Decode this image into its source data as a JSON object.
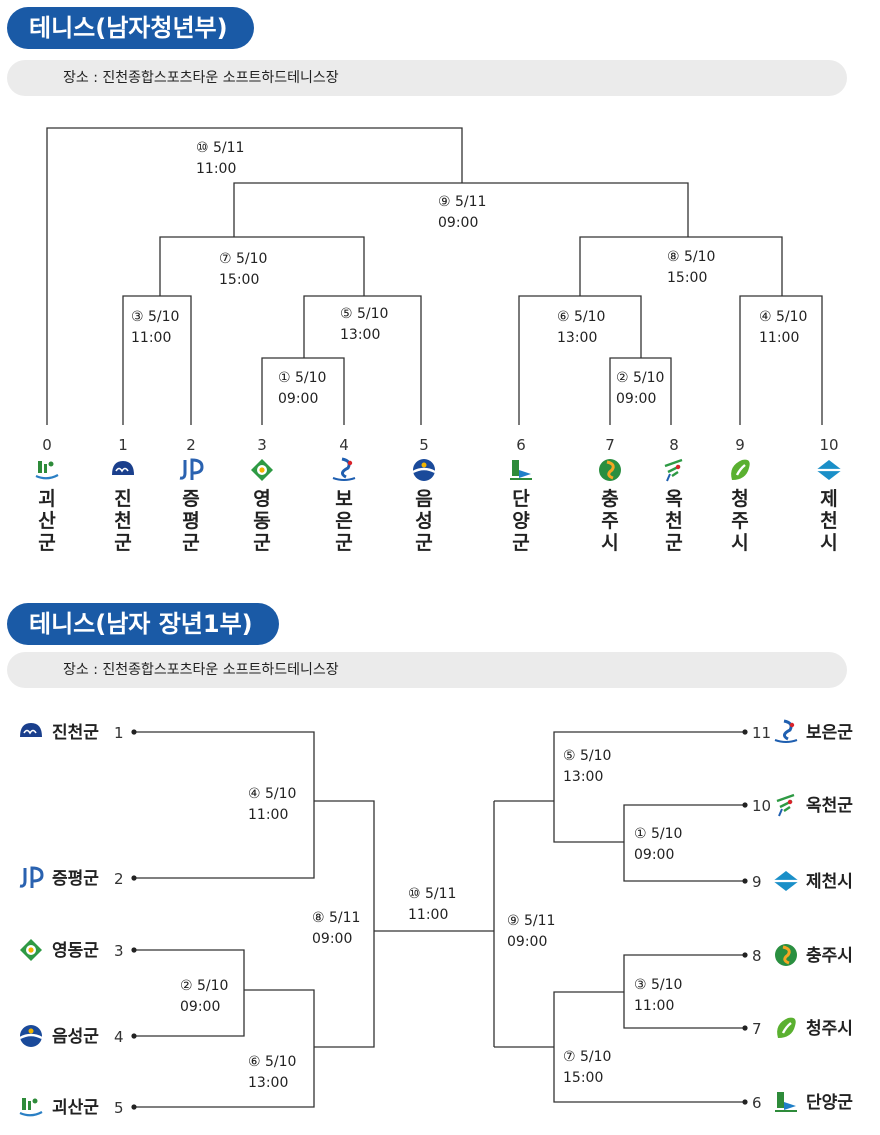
{
  "section1": {
    "title": "테니스(남자청년부)",
    "venue": "장소 : 진천종합스포츠타운 소프트하드테니스장",
    "teams": [
      {
        "seed": "0",
        "name": "괴산군",
        "icon": "goesan-emblem-icon",
        "color": "#2e8b3a"
      },
      {
        "seed": "1",
        "name": "진천군",
        "icon": "jincheon-emblem-icon",
        "color": "#1a3f8c"
      },
      {
        "seed": "2",
        "name": "증평군",
        "icon": "jeungpyeong-emblem-icon",
        "color": "#2a62b0"
      },
      {
        "seed": "3",
        "name": "영동군",
        "icon": "yeongdong-emblem-icon",
        "color": "#2e9a44"
      },
      {
        "seed": "4",
        "name": "보은군",
        "icon": "boeun-emblem-icon",
        "color": "#1f5fb0"
      },
      {
        "seed": "5",
        "name": "음성군",
        "icon": "eumseong-emblem-icon",
        "color": "#1a4a9a"
      },
      {
        "seed": "6",
        "name": "단양군",
        "icon": "danyang-emblem-icon",
        "color": "#2e8b3a"
      },
      {
        "seed": "7",
        "name": "충주시",
        "icon": "chungju-emblem-icon",
        "color": "#2a8f40"
      },
      {
        "seed": "8",
        "name": "옥천군",
        "icon": "okcheon-emblem-icon",
        "color": "#2e9a44"
      },
      {
        "seed": "9",
        "name": "청주시",
        "icon": "cheongju-emblem-icon",
        "color": "#5ab030"
      },
      {
        "seed": "10",
        "name": "제천시",
        "icon": "jecheon-emblem-icon",
        "color": "#1a8fc8"
      }
    ],
    "matches": [
      {
        "no": "①",
        "date": "5/10",
        "time": "09:00"
      },
      {
        "no": "②",
        "date": "5/10",
        "time": "09:00"
      },
      {
        "no": "③",
        "date": "5/10",
        "time": "11:00"
      },
      {
        "no": "④",
        "date": "5/10",
        "time": "11:00"
      },
      {
        "no": "⑤",
        "date": "5/10",
        "time": "13:00"
      },
      {
        "no": "⑥",
        "date": "5/10",
        "time": "13:00"
      },
      {
        "no": "⑦",
        "date": "5/10",
        "time": "15:00"
      },
      {
        "no": "⑧",
        "date": "5/10",
        "time": "15:00"
      },
      {
        "no": "⑨",
        "date": "5/11",
        "time": "09:00"
      },
      {
        "no": "⑩",
        "date": "5/11",
        "time": "11:00"
      }
    ]
  },
  "section2": {
    "title": "테니스(남자 장년1부)",
    "venue": "장소 : 진천종합스포츠타운 소프트하드테니스장",
    "teams": [
      {
        "seed": "1",
        "name": "진천군",
        "icon": "jincheon-emblem-icon"
      },
      {
        "seed": "2",
        "name": "증평군",
        "icon": "jeungpyeong-emblem-icon"
      },
      {
        "seed": "3",
        "name": "영동군",
        "icon": "yeongdong-emblem-icon"
      },
      {
        "seed": "4",
        "name": "음성군",
        "icon": "eumseong-emblem-icon"
      },
      {
        "seed": "5",
        "name": "괴산군",
        "icon": "goesan-emblem-icon"
      },
      {
        "seed": "6",
        "name": "단양군",
        "icon": "danyang-emblem-icon"
      },
      {
        "seed": "7",
        "name": "청주시",
        "icon": "cheongju-emblem-icon"
      },
      {
        "seed": "8",
        "name": "충주시",
        "icon": "chungju-emblem-icon"
      },
      {
        "seed": "9",
        "name": "제천시",
        "icon": "jecheon-emblem-icon"
      },
      {
        "seed": "10",
        "name": "옥천군",
        "icon": "okcheon-emblem-icon"
      },
      {
        "seed": "11",
        "name": "보은군",
        "icon": "boeun-emblem-icon"
      }
    ],
    "matches": [
      {
        "no": "①",
        "date": "5/10",
        "time": "09:00"
      },
      {
        "no": "②",
        "date": "5/10",
        "time": "09:00"
      },
      {
        "no": "③",
        "date": "5/10",
        "time": "11:00"
      },
      {
        "no": "④",
        "date": "5/10",
        "time": "11:00"
      },
      {
        "no": "⑤",
        "date": "5/10",
        "time": "13:00"
      },
      {
        "no": "⑥",
        "date": "5/10",
        "time": "13:00"
      },
      {
        "no": "⑦",
        "date": "5/10",
        "time": "15:00"
      },
      {
        "no": "⑧",
        "date": "5/11",
        "time": "09:00"
      },
      {
        "no": "⑨",
        "date": "5/11",
        "time": "09:00"
      },
      {
        "no": "⑩",
        "date": "5/11",
        "time": "11:00"
      }
    ]
  },
  "colors": {
    "title_bg": "#1a5aa6",
    "venue_bg": "#ebebeb",
    "line": "#333333"
  }
}
